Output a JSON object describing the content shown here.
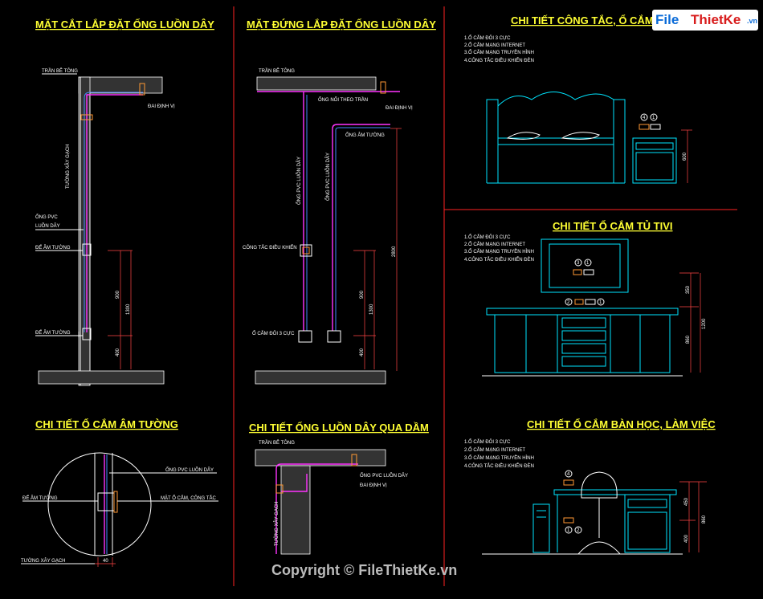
{
  "titles": {
    "section1": "MẶT CẮT LẮP ĐẶT ỐNG LUỒN DÂY",
    "section2": "MẶT ĐỨNG LẮP ĐẶT ỐNG LUỒN DÂY",
    "section3": "CHI TIẾT CÔNG TẮC, Ổ CẮM GI",
    "section4": "CHI TIẾT Ổ CẮM TỦ TIVI",
    "section5": "CHI TIẾT Ổ CẮM ÂM TƯỜNG",
    "section6": "CHI TIẾT ỐNG LUỒN DÂY QUA DẦM",
    "section7": "CHI TIẾT Ổ CẮM BÀN HỌC, LÀM VIỆC"
  },
  "section1": {
    "tran_be_tong": "TRẦN BÊ TÔNG",
    "dai_dinh_vi": "ĐAI ĐỊNH VỊ",
    "tuong_xay_gach": "TƯỜNG XÂY GẠCH",
    "ong_pvc_1": "ỐNG PVC",
    "ong_pvc_2": "LUỒN DÂY",
    "de_am_tuong_1": "ĐẾ ÂM TƯỜNG",
    "de_am_tuong_2": "ĐẾ ÂM TƯỜNG",
    "dim_900": "900",
    "dim_1300": "1300",
    "dim_400": "400"
  },
  "section2": {
    "tran_be_tong": "TRẦN BÊ TÔNG",
    "ong_noi": "ỐNG NỐI THEO TRẦN",
    "dai_dinh_vi": "ĐAI ĐỊNH VỊ",
    "ong_am_tuong": "ỐNG ÂM TƯỜNG",
    "ong_pvc_a": "ỐNG PVC LUỒN DÂY",
    "ong_pvc_b": "ỐNG PVC LUỒN DÂY",
    "cong_tac": "CÔNG TẮC ĐIỀU KHIỂN",
    "o_cam": "Ổ CẮM ĐÔI 3 CỰC",
    "dim_2800": "2800",
    "dim_900": "900",
    "dim_1300": "1300",
    "dim_400": "400"
  },
  "legend": {
    "item1": "1.Ổ CẮM ĐÔI 3 CỰC",
    "item2": "2.Ổ CẮM MẠNG INTERNET",
    "item3": "3.Ổ CẮM MẠNG TRUYỀN HÌNH",
    "item4": "4.CÔNG TẮC ĐIỀU KHIỂN ĐÈN"
  },
  "section3": {
    "marker_a": "4",
    "marker_b": "1",
    "dim_600": "600"
  },
  "section4": {
    "marker_a": "3",
    "marker_b": "1",
    "marker_c": "2",
    "marker_d": "1",
    "dim_350": "350",
    "dim_1200": "1200",
    "dim_860": "860"
  },
  "section5": {
    "ong_pvc": "ỐNG PVC LUỒN DÂY",
    "de_am_tuong": "ĐẾ ÂM TƯỜNG",
    "mat_o_cam": "MẶT Ổ CẮM, CÔNG TẮC",
    "tuong_xay_gach": "TƯỜNG XÂY GẠCH",
    "dim_40": "40"
  },
  "section6": {
    "tran_be_tong": "TRẦN BÊ TÔNG",
    "ong_pvc": "ỐNG PVC LUỒN DÂY",
    "dai_dinh_vi": "ĐAI ĐỊNH VỊ",
    "tuong_xay_gach": "TƯỜNG XÂY GẠCH"
  },
  "section7": {
    "marker_a": "4",
    "marker_b": "1",
    "marker_c": "2",
    "dim_450": "450",
    "dim_860": "860",
    "dim_400": "400"
  },
  "watermark": "Copyright © FileThietKe.vn",
  "logo": {
    "part1": "File",
    "part2": "ThietKe",
    "part3": ".vn"
  },
  "colors": {
    "background": "#000000",
    "title": "#ffff33",
    "conduit": "#ff33ff",
    "furniture": "#00e5ff",
    "divider": "#ff2222"
  }
}
